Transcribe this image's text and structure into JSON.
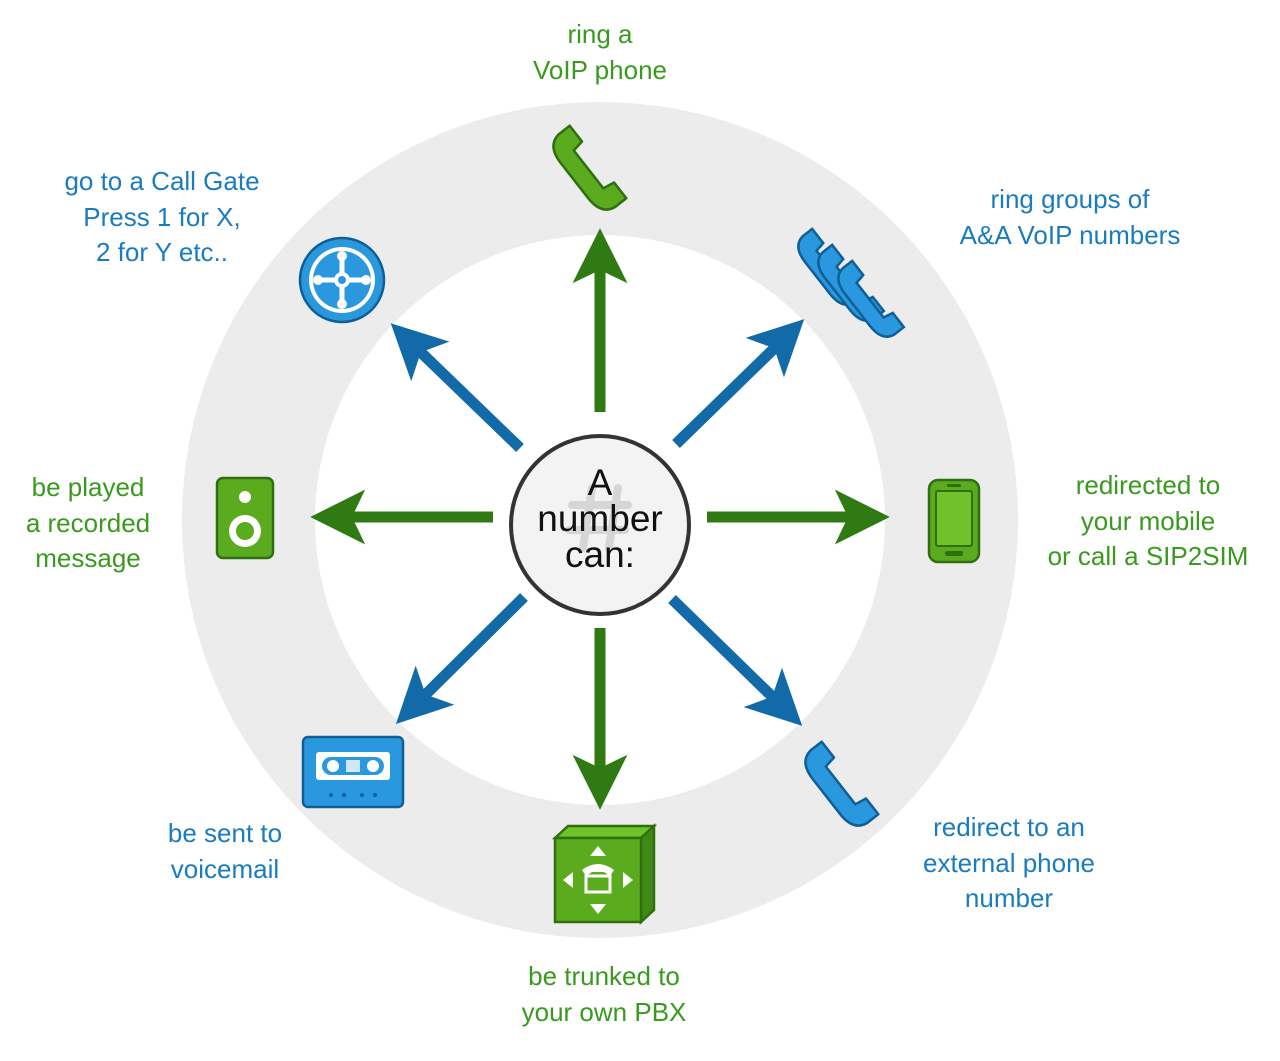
{
  "center": {
    "lines": [
      "A",
      "number",
      "can:"
    ],
    "icon": "hash-icon"
  },
  "colors": {
    "green": "#3a9a1f",
    "blue": "#1a7cbf",
    "arrow_green": "#2f7a12",
    "arrow_blue": "#136aa8",
    "ring": "#ececec",
    "icon_green": "#5aab1e",
    "icon_blue": "#2a98de"
  },
  "options": [
    {
      "id": "voip-phone",
      "lines": [
        "ring a",
        "VoIP phone"
      ],
      "color": "green",
      "icon": "phone-handset-icon"
    },
    {
      "id": "ring-groups",
      "lines": [
        "ring groups of",
        "A&A VoIP numbers"
      ],
      "color": "blue",
      "icon": "multiple-handsets-icon"
    },
    {
      "id": "mobile",
      "lines": [
        "redirected to",
        "your mobile",
        "or call a SIP2SIM"
      ],
      "color": "green",
      "icon": "mobile-phone-icon"
    },
    {
      "id": "external",
      "lines": [
        "redirect to an",
        "external phone",
        "number"
      ],
      "color": "blue",
      "icon": "phone-handset-icon"
    },
    {
      "id": "pbx",
      "lines": [
        "be trunked to",
        "your own PBX"
      ],
      "color": "green",
      "icon": "pbx-box-icon"
    },
    {
      "id": "voicemail",
      "lines": [
        "be sent to",
        "voicemail"
      ],
      "color": "blue",
      "icon": "cassette-tape-icon"
    },
    {
      "id": "recorded",
      "lines": [
        "be played",
        "a recorded",
        "message"
      ],
      "color": "green",
      "icon": "speaker-icon"
    },
    {
      "id": "call-gate",
      "lines": [
        "go to a Call Gate",
        "Press 1 for X,",
        "2 for Y etc.."
      ],
      "color": "blue",
      "icon": "call-gate-dial-icon"
    }
  ]
}
